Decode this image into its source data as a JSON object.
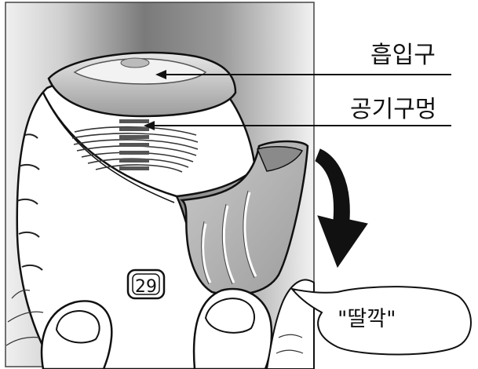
{
  "labels": {
    "mouthpiece": "흡입구",
    "air_vent": "공기구멍",
    "click_sound": "\"딸깍\""
  },
  "counter": {
    "value": "29"
  },
  "colors": {
    "line": "#111111",
    "background_dark": "#6e6e6e",
    "background_light": "#f4f4f4",
    "cover": "#b3b3b3",
    "body": "#ffffff"
  },
  "icons": {
    "rotation_arrow": "curved-arrow-down-icon"
  }
}
